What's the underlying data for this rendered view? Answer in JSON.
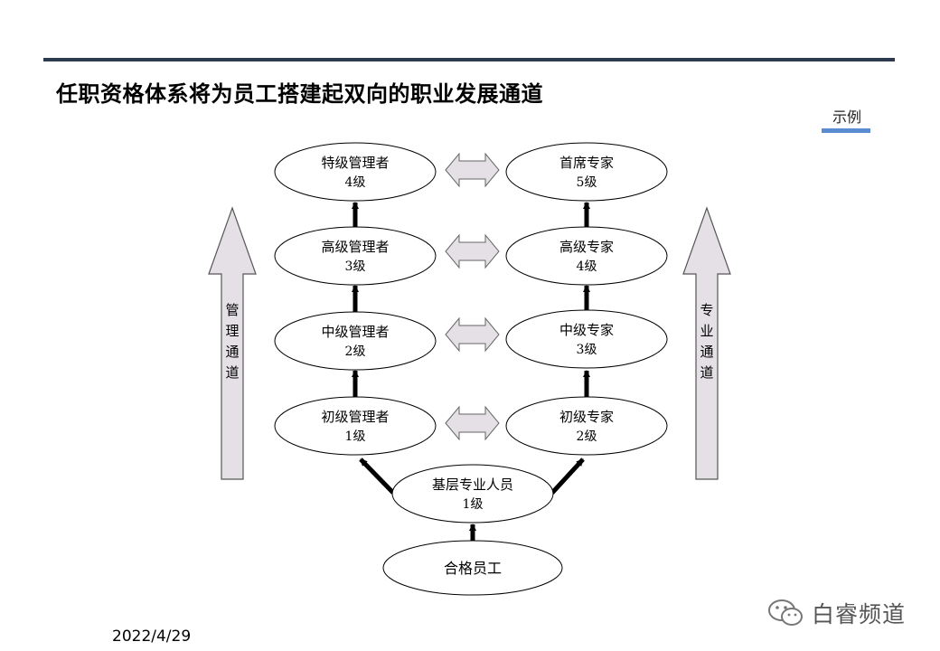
{
  "title": "任职资格体系将为员工搭建起双向的职业发展通道",
  "legend": {
    "label": "示例",
    "color": "#5b8bd0"
  },
  "date": "2022/4/29",
  "watermark": {
    "text": "白睿频道",
    "icon": "wechat-icon"
  },
  "channels": {
    "management": [
      "管",
      "理",
      "通",
      "道"
    ],
    "professional": [
      "专",
      "业",
      "通",
      "道"
    ]
  },
  "nodes": {
    "mgr4": {
      "name": "特级管理者",
      "level": "4级"
    },
    "mgr3": {
      "name": "高级管理者",
      "level": "3级"
    },
    "mgr2": {
      "name": "中级管理者",
      "level": "2级"
    },
    "mgr1": {
      "name": "初级管理者",
      "level": "1级"
    },
    "exp5": {
      "name": "首席专家",
      "level": "5级"
    },
    "exp4": {
      "name": "高级专家",
      "level": "4级"
    },
    "exp3": {
      "name": "中级专家",
      "level": "3级"
    },
    "exp2": {
      "name": "初级专家",
      "level": "2级"
    },
    "base": {
      "name": "基层专业人员",
      "level": "1级"
    },
    "qualified": {
      "name": "合格员工"
    }
  }
}
